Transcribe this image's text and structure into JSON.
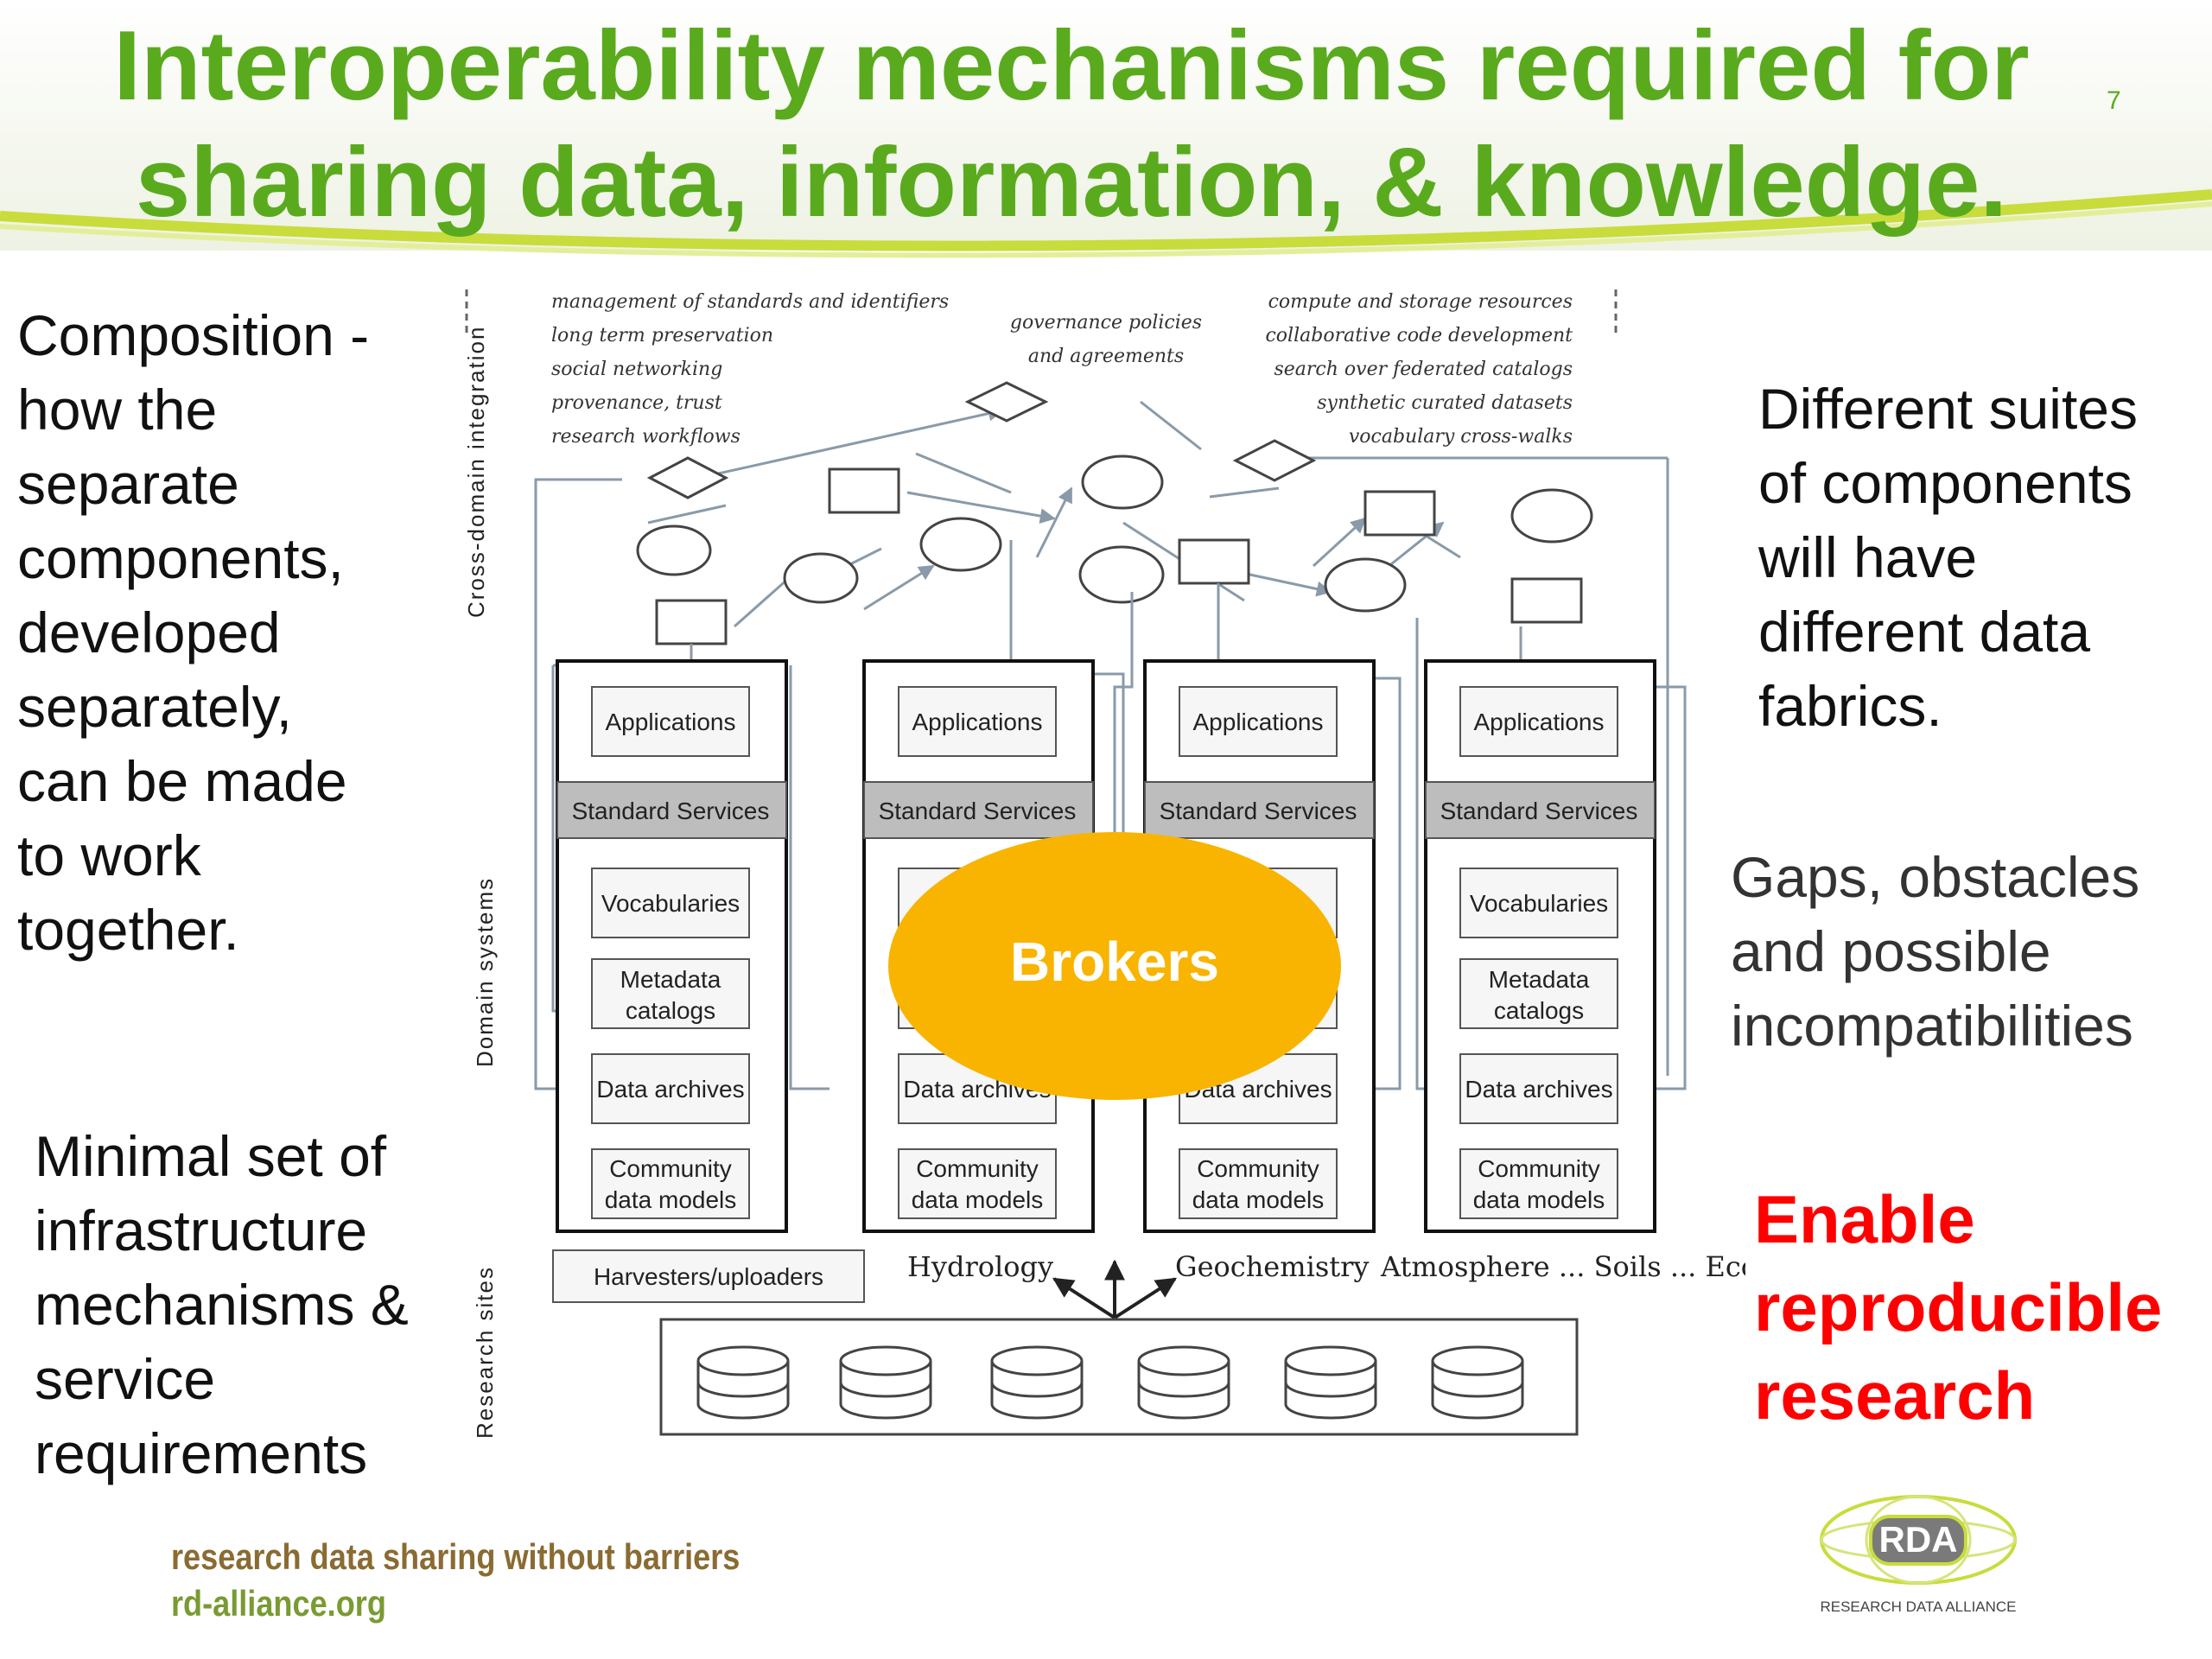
{
  "slide": {
    "title_lines": [
      "Interoperability mechanisms required for",
      "sharing data, information, & knowledge."
    ],
    "page_number": "7"
  },
  "left_top_text": [
    "Composition -",
    "how the",
    "separate",
    "components,",
    "developed",
    "separately,",
    "can be made",
    "to work",
    "together."
  ],
  "left_bottom_text": [
    "Minimal set of",
    "infrastructure",
    "mechanisms &",
    "service",
    "requirements"
  ],
  "right_top_text": [
    "Different suites",
    "of components",
    "will have",
    "different data",
    "fabrics."
  ],
  "right_mid_text": [
    "Gaps, obstacles",
    "and possible",
    "incompatibilities"
  ],
  "right_enable_text": [
    "Enable",
    "reproducible",
    "research"
  ],
  "diagram": {
    "section_labels": [
      "Cross-domain integration",
      "Domain systems",
      "Research sites"
    ],
    "cross_domain_notes": {
      "left": [
        "management of standards and identifiers",
        "long term preservation",
        "social networking",
        "provenance,  trust",
        "research workflows"
      ],
      "center": [
        "governance policies",
        "and agreements"
      ],
      "right": [
        "compute and storage resources",
        "collaborative code development",
        "search over federated catalogs",
        "synthetic curated datasets",
        "vocabulary cross-walks"
      ]
    },
    "stack": {
      "applications": "Applications",
      "standard_services": "Standard Services",
      "vocabularies": "Vocabularies",
      "metadata": [
        "Metadata",
        "catalogs"
      ],
      "data_archives": "Data archives",
      "community": [
        "Community",
        "data models"
      ]
    },
    "harvesters": "Harvesters/uploaders",
    "domains": [
      "Hydrology",
      "Geochemistry",
      "Atmosphere ... Soils ... Ecology ."
    ],
    "brokers": "Brokers"
  },
  "footer": {
    "tagline": "research data sharing without barriers",
    "url": "rd-alliance.org",
    "logo_text": "RDA",
    "logo_caption": "RESEARCH DATA ALLIANCE"
  },
  "colors": {
    "title_green": "#5aaa1e",
    "broker_yellow": "#f8b400",
    "enable_red": "#ff0000",
    "swoosh_green": "#c8dc3c"
  }
}
